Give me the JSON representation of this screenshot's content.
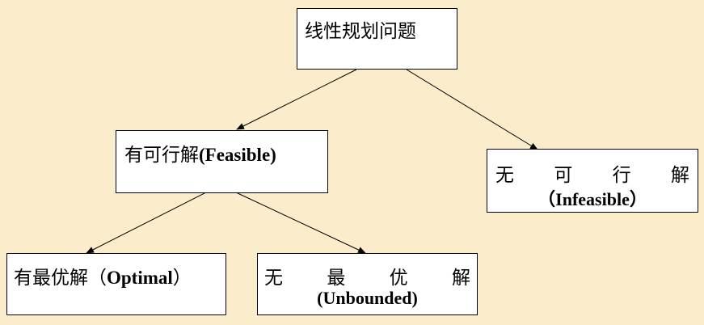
{
  "root": {
    "label": "线性规划问题"
  },
  "feasible": {
    "label_cn": "有可行解",
    "label_en": "(Feasible)"
  },
  "infeasible": {
    "chars": [
      "无",
      "可",
      "行",
      "解"
    ],
    "label_en": "（Infeasible）"
  },
  "optimal": {
    "label_cn": "有最优解（",
    "label_en": "Optimal",
    "close": "）"
  },
  "unbounded": {
    "chars": [
      "无",
      "最",
      "优",
      "解"
    ],
    "label_en": "(Unbounded)"
  }
}
